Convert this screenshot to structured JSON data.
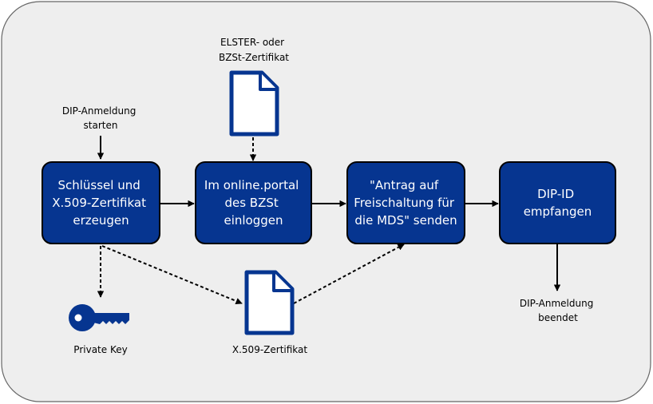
{
  "colors": {
    "panel_fill": "#eeeeee",
    "box_fill": "#063590",
    "box_text": "#ffffff",
    "icon_fill": "#063590",
    "arrow": "#000000"
  },
  "boxes": [
    {
      "id": "keygen",
      "lines": [
        "Schlüssel und",
        "X.509-Zertifikat",
        "erzeugen"
      ]
    },
    {
      "id": "login",
      "lines": [
        "Im online.portal",
        "des BZSt",
        "einloggen"
      ]
    },
    {
      "id": "request",
      "lines": [
        "\"Antrag auf",
        "Freischaltung für",
        "die MDS\" senden"
      ]
    },
    {
      "id": "receive",
      "lines": [
        "DIP-ID",
        "empfangen"
      ]
    }
  ],
  "labels": {
    "start": [
      "DIP-Anmeldung",
      "starten"
    ],
    "elster": [
      "ELSTER- oder",
      "BZSt-Zertifikat"
    ],
    "private_key": [
      "Private Key"
    ],
    "x509": [
      "X.509-Zertifikat"
    ],
    "end": [
      "DIP-Anmeldung",
      "beendet"
    ]
  },
  "icons": {
    "elster_document": "document-icon",
    "x509_document": "document-icon",
    "private_key": "key-icon"
  }
}
